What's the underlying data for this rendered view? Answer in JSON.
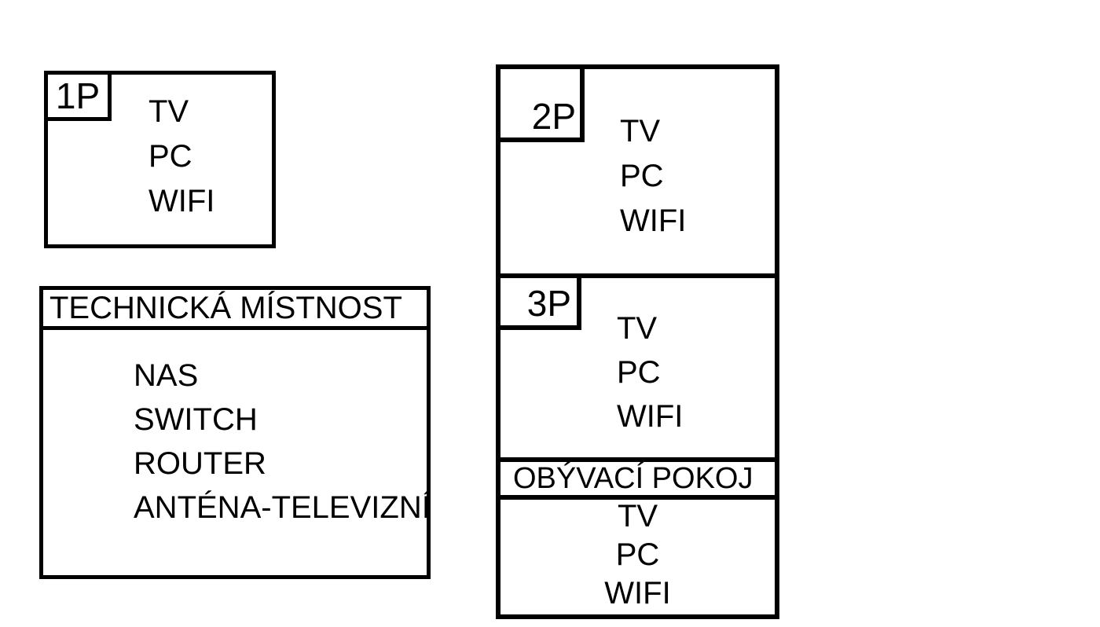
{
  "diagram": {
    "background": "#ffffff",
    "line_color": "#000000",
    "floor1": {
      "label": "1P",
      "items": [
        "TV",
        "PC",
        "WIFI"
      ]
    },
    "floor2": {
      "label": "2P",
      "items": [
        "TV",
        "PC",
        "WIFI"
      ]
    },
    "floor3": {
      "label": "3P",
      "items": [
        "TV",
        "PC",
        "WIFI"
      ]
    },
    "tech_room": {
      "title": "TECHNICKÁ MÍSTNOST",
      "items": [
        "NAS",
        "SWITCH",
        "ROUTER",
        "ANTÉNA-TELEVIZNÍ"
      ]
    },
    "living_room": {
      "title": "OBÝVACÍ POKOJ",
      "items": [
        "TV",
        "PC",
        "WIFI"
      ]
    }
  }
}
